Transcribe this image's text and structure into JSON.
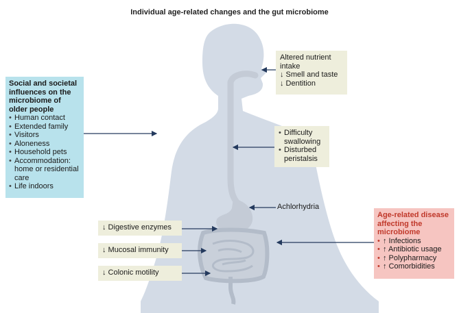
{
  "title": "Individual age-related changes and the gut microbiome",
  "social": {
    "heading": "Social and societal influences on the microbiome of older people",
    "items": [
      "Human contact",
      "Extended family",
      "Visitors",
      "Aloneness",
      "Household pets",
      "Accommodation: home or residential care",
      "Life indoors"
    ]
  },
  "nutrient": {
    "heading": "Altered nutrient intake",
    "items": [
      "↓ Smell and taste",
      "↓ Dentition"
    ]
  },
  "swallow": {
    "items": [
      "Difficulty swallowing",
      "Disturbed peristalsis"
    ]
  },
  "achlorhydria": "Achlorhydria",
  "disease": {
    "heading": "Age-related disease affecting the microbiome",
    "items": [
      "↑ Infections",
      "↑ Antibiotic usage",
      "↑ Polypharmacy",
      "↑ Comorbidities"
    ]
  },
  "gut": {
    "enzymes": "↓ Digestive enzymes",
    "mucosal": "↓ Mucosal immunity",
    "colonic": "↓ Colonic motility"
  },
  "colors": {
    "body": "#d3dbe6",
    "gut": "#c4cbd6",
    "social_box": "#b8e2ec",
    "disease_box": "#f6c5c1",
    "disease_heading": "#c0392b",
    "neutral_box": "#eeeedc",
    "arrow": "#243a5e"
  }
}
